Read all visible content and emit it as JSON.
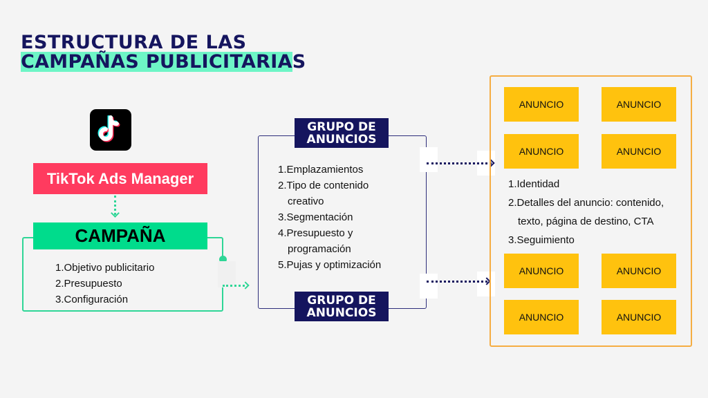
{
  "title": {
    "line1": "ESTRUCTURA DE LAS",
    "line2": "CAMPAÑAS PUBLICITARIAS"
  },
  "platform": {
    "label": "TikTok Ads Manager",
    "icon": "tiktok-logo-icon"
  },
  "campaign": {
    "title": "CAMPAÑA",
    "items": [
      "1.Objetivo publicitario",
      "2.Presupuesto",
      "3.Configuración"
    ]
  },
  "ad_group": {
    "title": "GRUPO DE ANUNCIOS",
    "items": [
      "1.Emplazamientos",
      "2.Tipo de contenido",
      "creativo",
      "3.Segmentación",
      "4.Presupuesto y",
      "programación",
      "5.Pujas y optimización"
    ]
  },
  "ads": {
    "label": "ANUNCIO",
    "items": [
      "1.Identidad",
      "2.Detalles del anuncio: contenido,",
      "texto, página de destino, CTA",
      "3.Seguimiento"
    ]
  },
  "colors": {
    "navy": "#15155e",
    "mint": "#6ef5c6",
    "pink": "#ff3b5f",
    "green": "#00dc8c",
    "yellow": "#ffc20e",
    "orange": "#f5ad42"
  }
}
